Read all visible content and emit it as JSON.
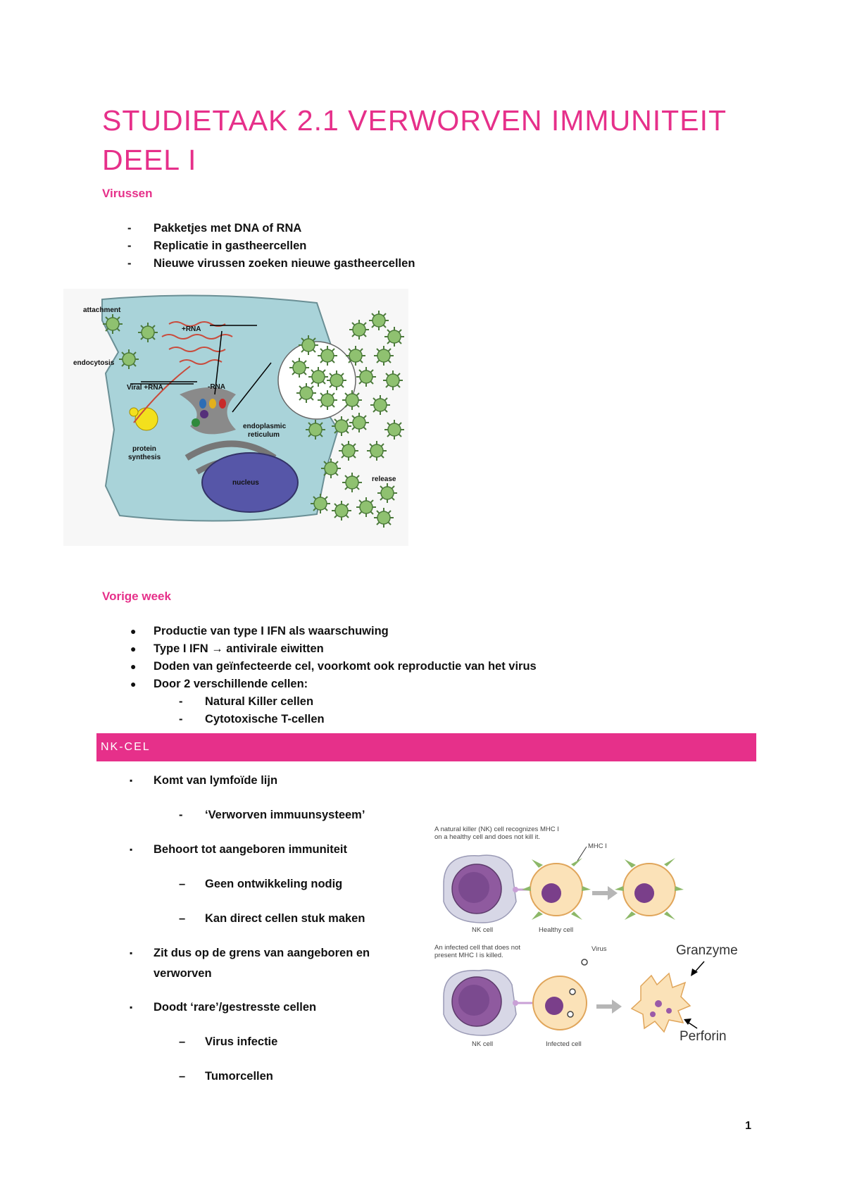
{
  "title": "STUDIETAAK 2.1 VERWORVEN IMMUNITEIT DEEL I",
  "virussen": {
    "heading": "Virussen",
    "items": [
      "Pakketjes met DNA of RNA",
      "Replicatie in gastheercellen",
      "Nieuwe virussen zoeken nieuwe gastheercellen"
    ]
  },
  "figure1": {
    "labels": {
      "attachment": "attachment",
      "endocytosis": "endocytosis",
      "plus_rna": "+RNA",
      "minus_rna": "-RNA",
      "viral_rna": "Viral +RNA",
      "er": "endoplasmic reticulum",
      "protein": "protein synthesis",
      "nucleus": "nucleus",
      "release": "release"
    }
  },
  "vorige_week": {
    "heading": "Vorige week",
    "items": [
      "Productie van type I IFN als waarschuwing",
      "Type I IFN → antivirale eiwitten",
      "Doden van geïnfecteerde cel, voorkomt ook reproductie van het virus",
      "Door 2 verschillende cellen:"
    ],
    "subitems": [
      "Natural Killer cellen",
      "Cytotoxische T-cellen"
    ]
  },
  "nk_section": {
    "banner": "NK-CEL",
    "lines": [
      "Komt van lymfoïde lijn",
      "‘Verworven immuunsysteem’",
      "Behoort tot aangeboren immuniteit",
      "Geen ontwikkeling nodig",
      "Kan direct cellen stuk maken",
      "Zit dus op de grens van aangeboren en",
      "verworven",
      "Doodt ‘rare’/gestresste cellen",
      "Virus infectie",
      "Tumorcellen"
    ]
  },
  "figure2": {
    "caption_top": "A natural killer (NK) cell recognizes MHC I on a healthy cell and does not kill it.",
    "mhc_label": "MHC I",
    "nk_cell": "NK cell",
    "healthy_cell": "Healthy cell",
    "caption_bottom": "An infected cell that does not present MHC I is killed.",
    "virus_label": "Virus",
    "infected_cell": "Infected cell",
    "granzyme": "Granzyme",
    "perforin": "Perforin"
  },
  "page_number": "1"
}
